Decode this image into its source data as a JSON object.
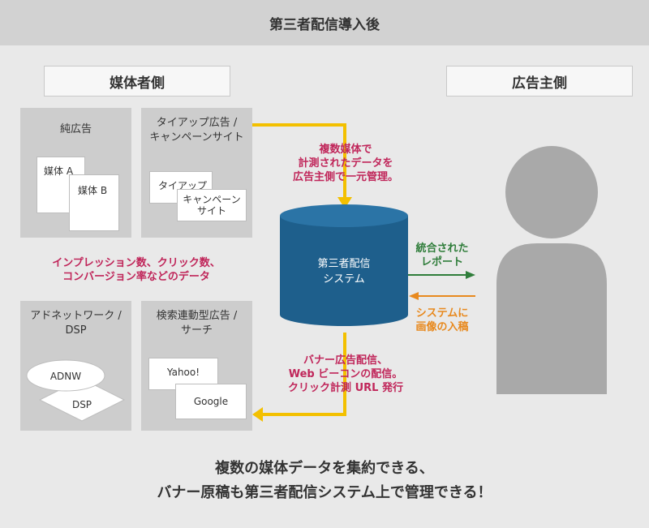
{
  "header": {
    "title": "第三者配信導入後"
  },
  "media_side": {
    "label": "媒体者側",
    "panels": {
      "pure_ad": {
        "title": "純広告",
        "cards": [
          "媒体 A",
          "媒体 B"
        ]
      },
      "tieup": {
        "title_lines": [
          "タイアップ広告 /",
          "キャンペーンサイト"
        ],
        "card1": "タイアップ",
        "card2_lines": [
          "キャンペーン",
          "サイト"
        ]
      },
      "adnetwork": {
        "title_lines": [
          "アドネットワーク /",
          "DSP"
        ],
        "ellipse": "ADNW",
        "diamond": "DSP"
      },
      "search": {
        "title_lines": [
          "検索連動型広告 /",
          "サーチ"
        ],
        "cards": [
          "Yahoo!",
          "Google"
        ]
      }
    },
    "metrics_note_lines": [
      "インプレッション数、クリック数、",
      "コンバージョン率などのデータ"
    ]
  },
  "advertiser_side": {
    "label": "広告主側"
  },
  "center": {
    "system_lines": [
      "第三者配信",
      "システム"
    ],
    "top_note_lines": [
      "複数媒体で",
      "計測されたデータを",
      "広告主側で一元管理。"
    ],
    "bottom_note_lines": [
      "バナー広告配信、",
      "Web ビーコンの配信。",
      "クリック計測 URL 発行"
    ]
  },
  "flows": {
    "report_lines": [
      "統合された",
      "レポート"
    ],
    "upload_lines": [
      "システムに",
      "画像の入稿"
    ]
  },
  "footer": {
    "lines": [
      "複数の媒体データを集約できる、",
      "バナー原稿も第三者配信システム上で管理できる！"
    ]
  },
  "colors": {
    "yellow_arrow": "#f3c000",
    "green_arrow": "#2f7d3a",
    "orange_arrow": "#e8891e",
    "cylinder": "#1e5f8c",
    "accent_magenta": "#c0265a",
    "person": "#a9a9a9"
  }
}
